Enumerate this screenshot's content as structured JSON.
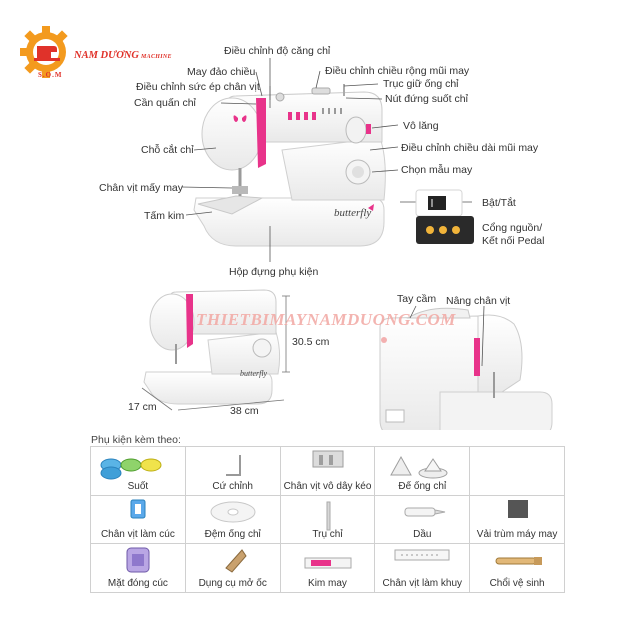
{
  "logo": {
    "name": "NAM DƯƠNG",
    "suffix": "MACHINE",
    "initials": "S.O.M"
  },
  "colors": {
    "brand_red": "#e0322a",
    "brand_orange": "#f39a1e",
    "machine_pink": "#e8338a",
    "machine_body": "#f4f4f4"
  },
  "labels": {
    "tension": "Điều chỉnh độ căng chỉ",
    "stitch_width": "Điều chỉnh chiều rộng mũi may",
    "reverse": "May đảo chiều",
    "presser_pressure": "Điều chỉnh sức ép chân vịt",
    "bobbin_winder": "Cần quấn chỉ",
    "spool_pin": "Trục giữ ống chỉ",
    "spool_stopper": "Nút đứng suốt chỉ",
    "handwheel": "Vô lăng",
    "thread_cutter": "Chỗ cắt chỉ",
    "stitch_length": "Điều chỉnh chiều dài mũi may",
    "pattern_select": "Chọn mẫu may",
    "presser_foot": "Chân vịt mấy may",
    "needle_plate": "Tấm kim",
    "power_switch": "Bật/Tắt",
    "power_port_1": "Cổng nguồn/",
    "power_port_2": "Kết nối Pedal",
    "accessory_box": "Hộp đựng phụ kiện",
    "handle": "Tay cầm",
    "presser_lift": "Nâng chân vịt"
  },
  "brand_on_machine": "butterfly",
  "watermark": "THIETBIMAYNAMDUONG.COM",
  "dimensions": {
    "height": "30.5 cm",
    "depth": "17 cm",
    "width": "38 cm"
  },
  "accessories": {
    "title": "Phụ kiện kèm theo:",
    "items": [
      {
        "name": "Suốt",
        "icon": "bobbins-icon"
      },
      {
        "name": "Cứ chỉnh",
        "icon": "seam-guide-icon"
      },
      {
        "name": "Chân vịt vô dây kéo",
        "icon": "zipper-foot-icon"
      },
      {
        "name": "Đế ống chỉ",
        "icon": "spool-base-icon"
      },
      {
        "name": "",
        "icon": "blank-icon"
      },
      {
        "name": "Chân vịt làm cúc",
        "icon": "buttonhole-foot-icon"
      },
      {
        "name": "Đệm ống chỉ",
        "icon": "spool-pad-icon"
      },
      {
        "name": "Trụ chỉ",
        "icon": "spool-pin-icon"
      },
      {
        "name": "Dầu",
        "icon": "oil-icon"
      },
      {
        "name": "Vải trùm máy may",
        "icon": "dust-cover-icon"
      },
      {
        "name": "Mặt đóng cúc",
        "icon": "button-plate-icon"
      },
      {
        "name": "Dụng cụ mở ốc",
        "icon": "screwdriver-icon"
      },
      {
        "name": "Kim may",
        "icon": "needles-icon"
      },
      {
        "name": "Chân vịt làm khuy",
        "icon": "buttonhole-ruler-icon"
      },
      {
        "name": "Chổi vệ sinh",
        "icon": "brush-icon"
      }
    ]
  }
}
